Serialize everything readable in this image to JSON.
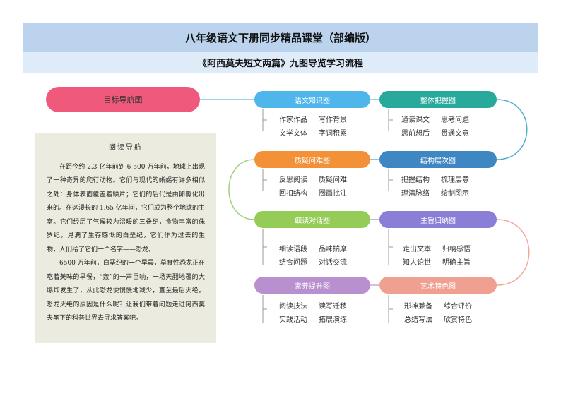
{
  "header": {
    "title": "八年级语文下册同步精品课堂（部编版）",
    "subtitle": "《阿西莫夫短文两篇》九图导览学习流程"
  },
  "root": {
    "label": "目标导航图",
    "color": "#ef5a7c"
  },
  "nodes": {
    "yuwen": {
      "label": "语文知识图",
      "color": "#4fb6ec",
      "items": [
        "作家作品",
        "写作背景",
        "文学文体",
        "字词积累"
      ]
    },
    "zhengti": {
      "label": "整体把握图",
      "color": "#29a89c",
      "items": [
        "通读课文",
        "思考问题",
        "思前想后",
        "贯通文意"
      ]
    },
    "zhiyi": {
      "label": "质疑问难图",
      "color": "#f29138",
      "items": [
        "反思阅读",
        "质疑问难",
        "回扣结构",
        "圈画批注"
      ]
    },
    "jiegou": {
      "label": "结构层次图",
      "color": "#3f87c2",
      "items": [
        "把握结构",
        "梳理层意",
        "理清脉络",
        "绘制图示"
      ]
    },
    "xidu": {
      "label": "细读对话图",
      "color": "#95cc58",
      "items": [
        "细读语段",
        "品味揣摩",
        "结合问题",
        "对话交流"
      ]
    },
    "zhuzhi": {
      "label": "主旨归纳图",
      "color": "#8a7fd6",
      "items": [
        "走出文本",
        "归纳感悟",
        "知人论世",
        "明确主旨"
      ]
    },
    "suyang": {
      "label": "素养提升图",
      "color": "#b88fcf",
      "items": [
        "阅读技法",
        "读写迁移",
        "实践活动",
        "拓展演练"
      ]
    },
    "yishu": {
      "label": "艺术特色图",
      "color": "#f0a090",
      "items": [
        "形神兼备",
        "综合评价",
        "总结写法",
        "欣赏特色"
      ]
    }
  },
  "reading": {
    "title": "阅读导航",
    "paragraphs": [
      "在距今约 2.3 亿年前到 6 500 万年前，地球上出现了一种奇异的爬行动物。它们与现代的蜥蜴有许多相似之处：身体表面覆盖着鳞片；它们的后代是由卵孵化出来的。在这漫长的 1.65 亿年间，它们成为整个地球的主宰。它们经历了气候较为温暖的三叠纪，食物丰富的侏罗纪，見满了生存感慨的白垩纪，它们作为过去的生物，人们给了它们一个名字——恐龙。",
      "6500 万年前，白垩纪的一个早晨，草食性恐龙正在吃着美味的早餐，“轰”的一声巨响，一场天翻地覆的大爆炸发生了，从此恐龙便慢慢地减少，直至最后灭绝。恐龙灭绝的原因是什么呢？让我们带着问题走进阿西莫夫笔下的科普世界去寻求答案吧。"
    ]
  }
}
